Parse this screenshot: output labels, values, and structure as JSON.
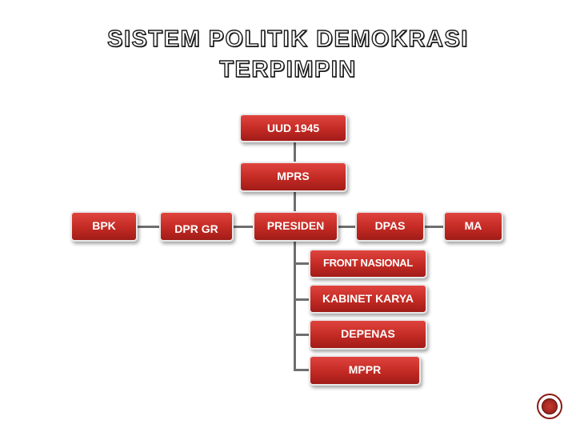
{
  "title": {
    "line1": "SISTEM POLITIK DEMOKRASI",
    "line2": "TERPIMPIN"
  },
  "nodes": {
    "uud": "UUD 1945",
    "mprs": "MPRS",
    "bpk": "BPK",
    "dpr_gr": "DPR GR",
    "presiden": "PRESIDEN",
    "dpas": "DPAS",
    "ma": "MA",
    "front_nasional": "FRONT NASIONAL",
    "kabinet_karya": "KABINET KARYA",
    "depenas": "DEPENAS",
    "mppr": "MPPR"
  },
  "colors": {
    "box": "#c32a24",
    "connector": "#6f6f6f",
    "border": "#e8e8e8"
  },
  "icons": {
    "nav": "circle-button-icon"
  }
}
